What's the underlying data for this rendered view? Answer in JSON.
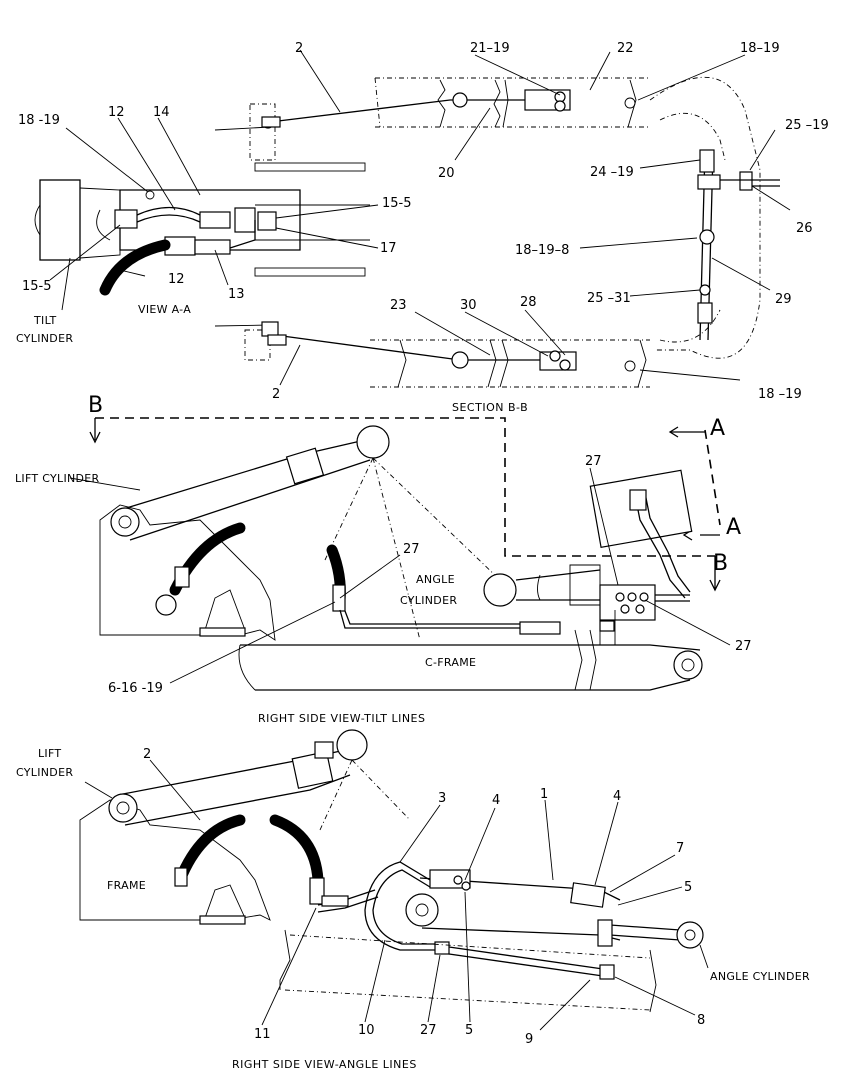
{
  "section_a": {
    "view_title": "VIEW A-A",
    "tilt_cylinder_line1": "TILT",
    "tilt_cylinder_line2": "CYLINDER",
    "callouts": {
      "c18_19": "18 -19",
      "c12_top": "12",
      "c14": "14",
      "c15_5_right": "15-5",
      "c17": "17",
      "c15_5_left": "15-5",
      "c12_bottom": "12",
      "c13": "13"
    }
  },
  "section_b": {
    "title": "SECTION B-B",
    "callouts": {
      "c2_top": "2",
      "c21_19": "21–19",
      "c22": "22",
      "c18_19_top": "18–19",
      "c20": "20",
      "c25_19": "25 –19",
      "c24_19": "24 –19",
      "c26": "26",
      "c18_19_8": "18–19–8",
      "c29": "29",
      "c25_31": "25 –31",
      "c23": "23",
      "c30": "30",
      "c28": "28",
      "c2_bottom": "2",
      "c18_19_bottom": "18 –19"
    }
  },
  "tilt_view": {
    "caption": "RIGHT SIDE VIEW-TILT LINES",
    "lift_cylinder": "LIFT CYLINDER",
    "angle_cylinder_line1": "ANGLE",
    "angle_cylinder_line2": "CYLINDER",
    "c_frame": "C-FRAME",
    "section_letter_b1": "B",
    "section_letter_b2": "B",
    "section_letter_a1": "A",
    "section_letter_a2": "A",
    "callouts": {
      "c27_top": "27",
      "c27_mid": "27",
      "c27_right": "27",
      "c6_16_19": "6-16 -19"
    }
  },
  "angle_view": {
    "caption": "RIGHT SIDE VIEW-ANGLE LINES",
    "lift_line1": "LIFT",
    "lift_line2": "CYLINDER",
    "frame": "FRAME",
    "angle_cylinder": "ANGLE CYLINDER",
    "callouts": {
      "c2": "2",
      "c3": "3",
      "c4_left": "4",
      "c1": "1",
      "c4_right": "4",
      "c7": "7",
      "c5_right": "5",
      "c8": "8",
      "c9": "9",
      "c5_bottom": "5",
      "c27": "27",
      "c10": "10",
      "c11": "11"
    }
  }
}
